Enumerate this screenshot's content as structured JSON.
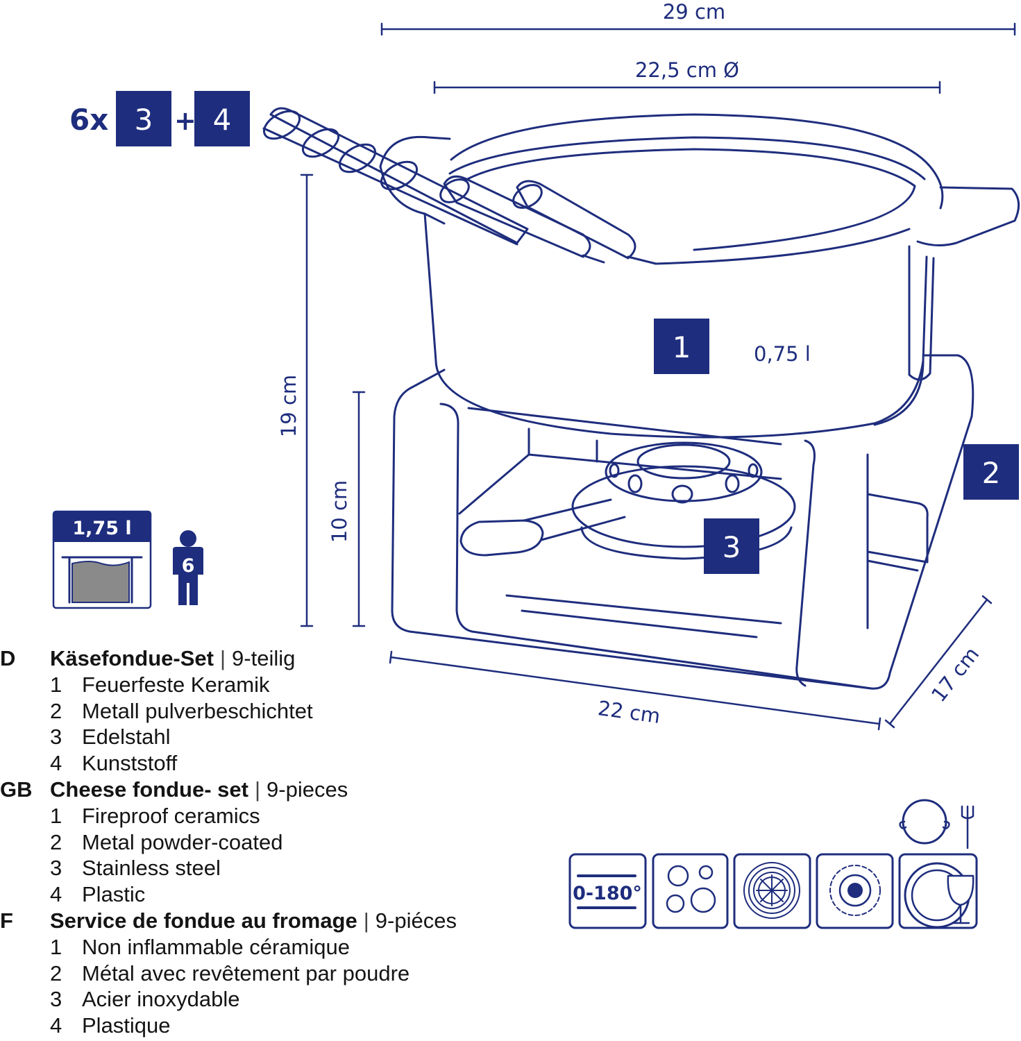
{
  "colors": {
    "brand": "#1e2d7d",
    "fill_grey": "#8a8a8a",
    "text": "#141414"
  },
  "dimensions": {
    "width_total": "29 cm",
    "diameter": "22,5 cm Ø",
    "height_total": "19 cm",
    "height_stand": "10 cm",
    "depth_stand": "22 cm",
    "width_stand": "17 cm"
  },
  "badges": {
    "count_prefix": "6x",
    "plus": "+",
    "fork_handle": "3",
    "fork_grip": "4",
    "pot": "1",
    "stand": "2",
    "burner": "3"
  },
  "pot_volume": "0,75 l",
  "capacity": {
    "volume": "1,75 l",
    "persons": "6"
  },
  "care_icons": [
    "temperature-range-icon",
    "electric-stove-icon",
    "induction-icon",
    "gas-flame-icon",
    "dishwasher-icon"
  ],
  "temperature_label": "0-180°",
  "legend": [
    {
      "code": "D",
      "title": "Käsefondue-Set",
      "separator": "|",
      "pieces": "9-teilig",
      "items": [
        {
          "num": "1",
          "text": "Feuerfeste Keramik"
        },
        {
          "num": "2",
          "text": "Metall pulverbeschichtet"
        },
        {
          "num": "3",
          "text": "Edelstahl"
        },
        {
          "num": "4",
          "text": "Kunststoff"
        }
      ]
    },
    {
      "code": "GB",
      "title": "Cheese fondue- set",
      "separator": "|",
      "pieces": "9-pieces",
      "items": [
        {
          "num": "1",
          "text": "Fireproof ceramics"
        },
        {
          "num": "2",
          "text": "Metal powder-coated"
        },
        {
          "num": "3",
          "text": "Stainless steel"
        },
        {
          "num": "4",
          "text": "Plastic"
        }
      ]
    },
    {
      "code": "F",
      "title": "Service de fondue au fromage",
      "separator": "|",
      "pieces": "9-piéces",
      "items": [
        {
          "num": "1",
          "text": "Non inflammable céramique"
        },
        {
          "num": "2",
          "text": "Métal avec revêtement par poudre"
        },
        {
          "num": "3",
          "text": "Acier inoxydable"
        },
        {
          "num": "4",
          "text": "Plastique"
        }
      ]
    }
  ]
}
